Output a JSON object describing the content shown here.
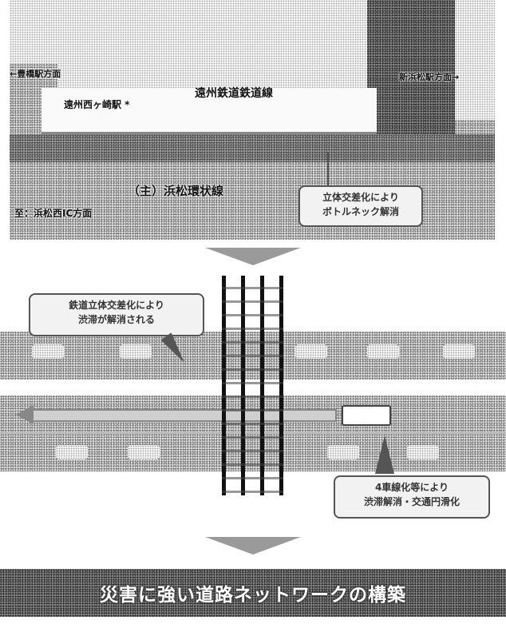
{
  "photo": {
    "label_left_station": "←豊橋駅方面",
    "label_right_station": "新浜松駅方面→",
    "label_enshu_nishigasaki": "遠州西ヶ崎駅 *",
    "label_railway": "遠州鉄道鉄道線",
    "label_route": "（主）浜松環状線",
    "label_bottom_left": "至：浜松西IC方面",
    "callout": [
      "立体交差化により",
      "ボトルネック解消"
    ]
  },
  "diagram": {
    "callout_top": [
      "鉄道立体交差化により",
      "渋滞が解消される"
    ],
    "callout_bottom": [
      "4車線化等により",
      "渋滞解消・交通円滑化"
    ]
  },
  "banner": {
    "text": "災害に強い道路ネットワークの構築"
  }
}
